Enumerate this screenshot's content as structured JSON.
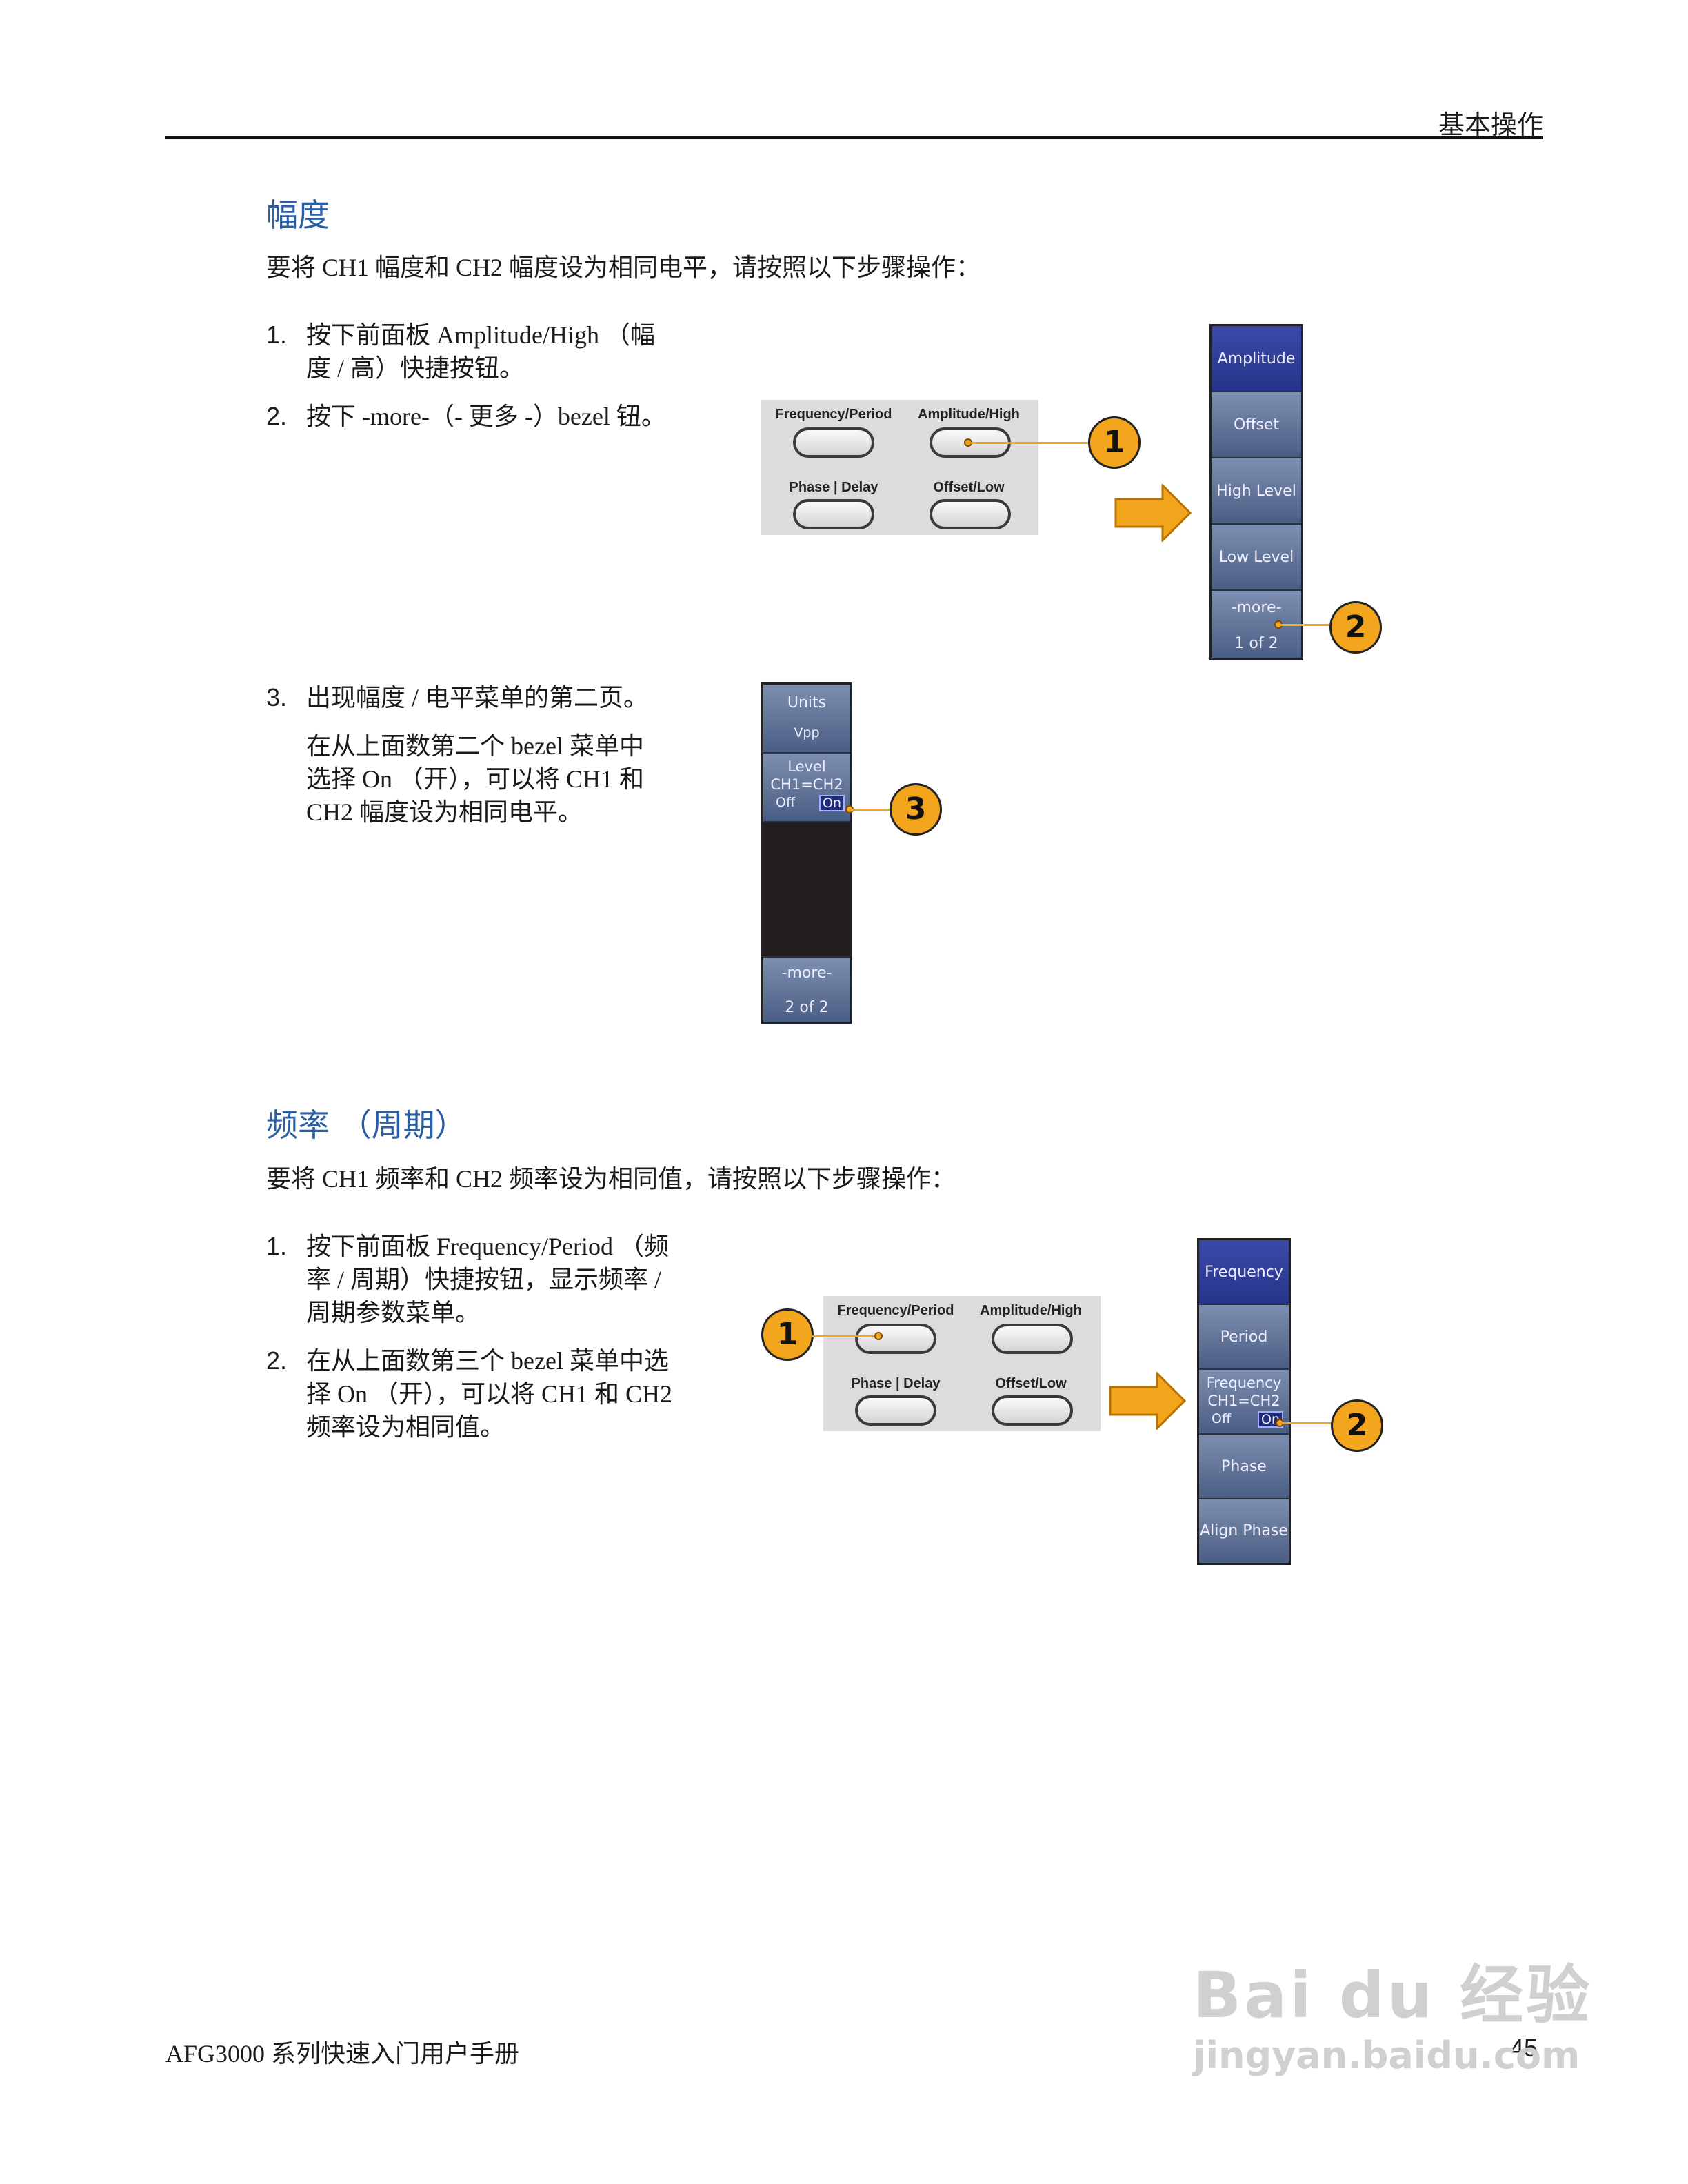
{
  "header": {
    "section": "基本操作"
  },
  "amplitude": {
    "title": "幅度",
    "intro": "要将 CH1 幅度和 CH2 幅度设为相同电平，请按照以下步骤操作：",
    "steps": [
      {
        "num": "1.",
        "lines": [
          "按下前面板 Amplitude/High （幅",
          "度 / 高）快捷按钮。"
        ]
      },
      {
        "num": "2.",
        "lines": [
          "按下 -more-（- 更多 -）bezel 钮。"
        ]
      },
      {
        "num": "3.",
        "lines": [
          "出现幅度 / 电平菜单的第二页。"
        ]
      }
    ],
    "step3_detail": [
      "在从上面数第二个 bezel 菜单中",
      "选择 On （开），可以将 CH1 和",
      "CH2 幅度设为相同电平。"
    ],
    "front_panel": {
      "b1": "Frequency/Period",
      "b2": "Amplitude/High",
      "b3": "Phase | Delay",
      "b4": "Offset/Low"
    },
    "menu1": {
      "items": [
        "Amplitude",
        "Offset",
        "High Level",
        "Low Level"
      ],
      "more": "-more-",
      "page": "1 of 2"
    },
    "menu2": {
      "units": "Units",
      "units_val": "Vpp",
      "level": "Level",
      "level_sub": "CH1=CH2",
      "off": "Off",
      "on": "On",
      "more": "-more-",
      "page": "2 of 2"
    },
    "callouts": [
      "1",
      "2",
      "3"
    ]
  },
  "frequency": {
    "title": "频率 （周期）",
    "intro": "要将 CH1 频率和 CH2 频率设为相同值，请按照以下步骤操作：",
    "steps": [
      {
        "num": "1.",
        "lines": [
          "按下前面板 Frequency/Period （频",
          "率 / 周期）快捷按钮，显示频率 /",
          "周期参数菜单。"
        ]
      },
      {
        "num": "2.",
        "lines": [
          "在从上面数第三个 bezel 菜单中选",
          "择 On （开），可以将 CH1 和 CH2",
          "频率设为相同值。"
        ]
      }
    ],
    "front_panel": {
      "b1": "Frequency/Period",
      "b2": "Amplitude/High",
      "b3": "Phase | Delay",
      "b4": "Offset/Low"
    },
    "menu": {
      "items": [
        "Frequency",
        "Period"
      ],
      "freq_link": "Frequency",
      "freq_link_sub": "CH1=CH2",
      "off": "Off",
      "on": "On",
      "phase": "Phase",
      "align": "Align Phase"
    },
    "callouts": [
      "1",
      "2"
    ]
  },
  "footer": {
    "left": "AFG3000 系列快速入门用户手册",
    "page": "45"
  },
  "watermark": {
    "brand": "Bai du 经验",
    "url": "jingyan.baidu.com"
  },
  "colors": {
    "heading": "#2a5fa3",
    "callout": "#f2a51d",
    "menu_selected": "#26348a"
  }
}
